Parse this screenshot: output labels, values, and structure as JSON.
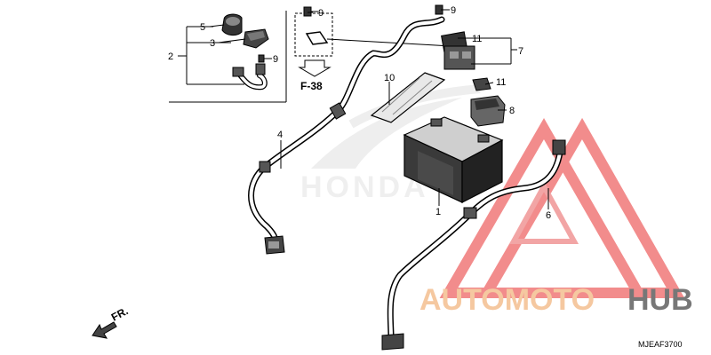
{
  "callouts": {
    "c1": "1",
    "c2": "2",
    "c3": "3",
    "c4": "4",
    "c5": "5",
    "c6": "6",
    "c7": "7",
    "c8": "8",
    "c9a": "9",
    "c9b": "9",
    "c9c": "9",
    "c10": "10",
    "c11a": "11",
    "c11b": "11"
  },
  "reference": {
    "label": "F-38"
  },
  "direction": {
    "label": "FR."
  },
  "drawing_code": "MJEAF3700",
  "background_mark": {
    "text": "HONDA"
  },
  "watermark": {
    "part1": "AUTOMOTO",
    "part2": "HUB",
    "color_part1": "#f5c8a0",
    "color_part2": "#777777",
    "triangle_color": "#ee5555"
  }
}
